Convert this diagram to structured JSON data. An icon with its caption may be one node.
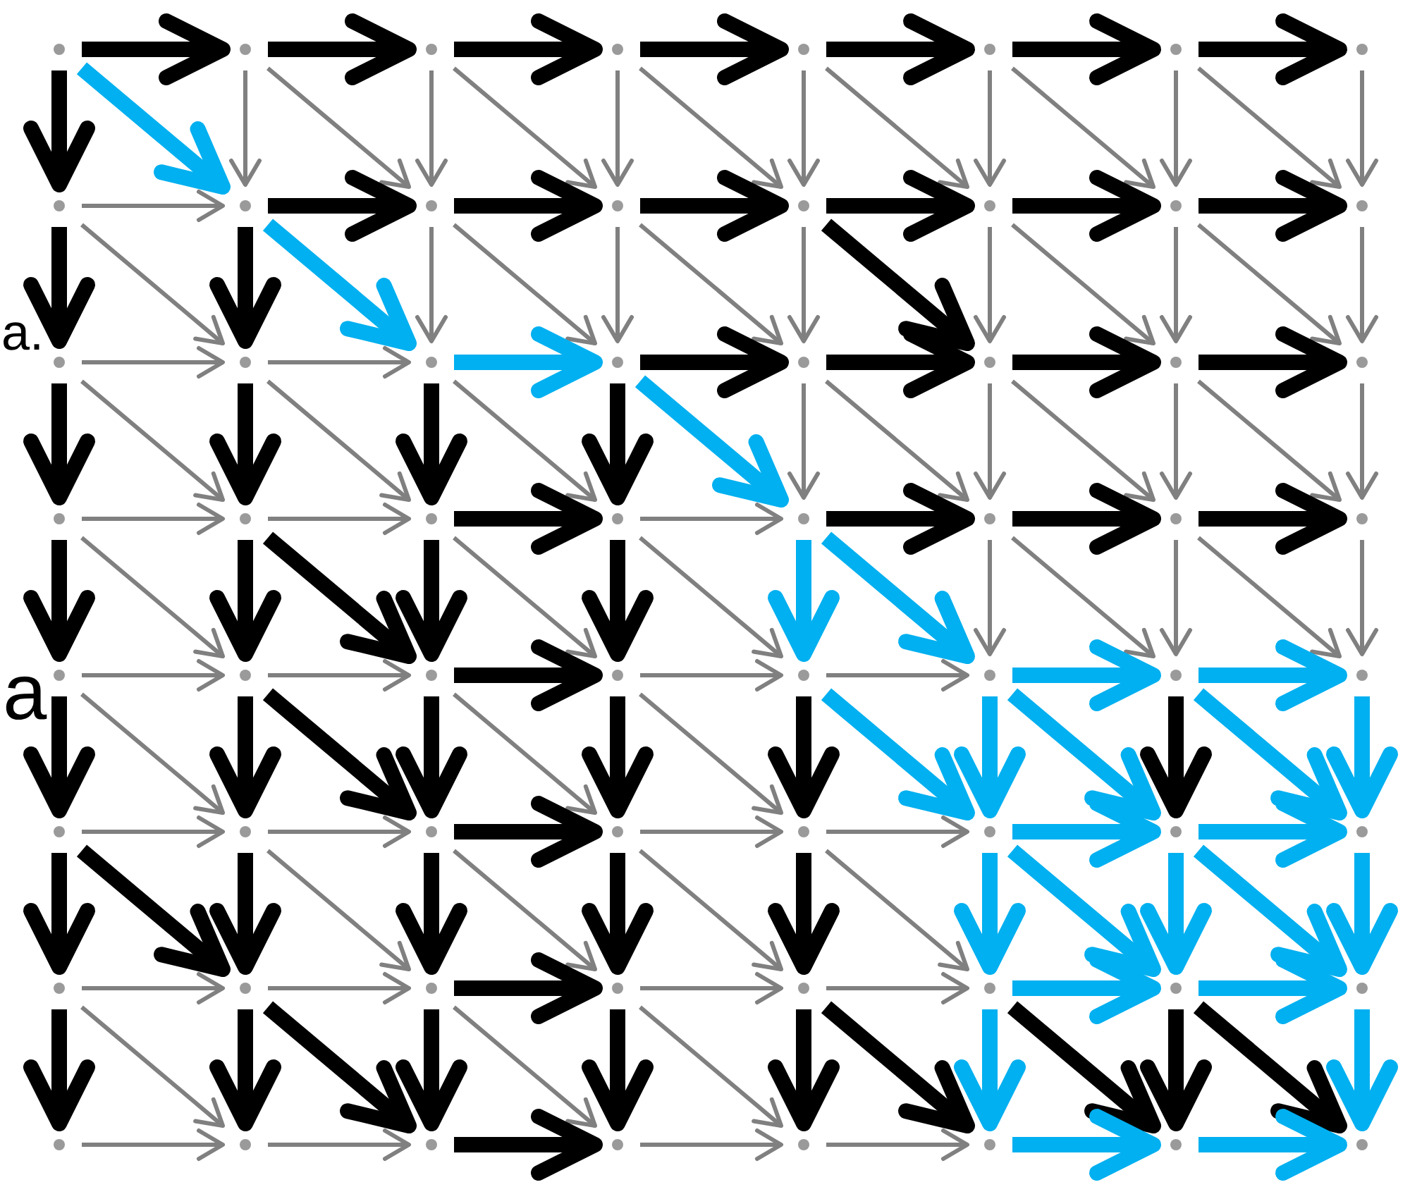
{
  "diagram": {
    "nodes": [
      {
        "text": [],
        "shape": "point"
      },
      {
        "text": [],
        "shape": "point"
      },
      {
        "text": [],
        "shape": "point"
      },
      {
        "text": [],
        "shape": "point"
      },
      {
        "text": [],
        "shape": "point"
      },
      {
        "text": [],
        "shape": "point"
      },
      {
        "text": [],
        "shape": "point"
      },
      {
        "text": [],
        "shape": "point"
      },
      {
        "text": [],
        "shape": "point"
      },
      {
        "text": [],
        "shape": "point"
      },
      {
        "text": [],
        "shape": "point"
      },
      {
        "text": [],
        "shape": "point"
      },
      {
        "text": [],
        "shape": "point"
      },
      {
        "text": [],
        "shape": "point"
      },
      {
        "text": [],
        "shape": "point"
      },
      {
        "text": [],
        "shape": "point"
      },
      {
        "text": [],
        "shape": "point"
      },
      {
        "text": [],
        "shape": "point"
      },
      {
        "text": [],
        "shape": "point"
      },
      {
        "text": [],
        "shape": "point"
      },
      {
        "text": [],
        "shape": "point"
      },
      {
        "text": [],
        "shape": "point"
      },
      {
        "text": [],
        "shape": "point"
      },
      {
        "text": [],
        "shape": "point"
      },
      {
        "text": [],
        "shape": "point"
      },
      {
        "text": [],
        "shape": "point"
      },
      {
        "text": [],
        "shape": "point"
      },
      {
        "text": [],
        "shape": "point"
      },
      {
        "text": [],
        "shape": "point"
      },
      {
        "text": [],
        "shape": "point"
      },
      {
        "text": [],
        "shape": "point"
      },
      {
        "text": [],
        "shape": "point"
      },
      {
        "text": [],
        "shape": "point"
      },
      {
        "text": [],
        "shape": "point"
      },
      {
        "text": [],
        "shape": "point"
      },
      {
        "text": [],
        "shape": "point"
      },
      {
        "text": [],
        "shape": "point"
      },
      {
        "text": [],
        "shape": "point"
      },
      {
        "text": [],
        "shape": "point"
      },
      {
        "text": [],
        "shape": "point"
      },
      {
        "text": [],
        "shape": "point"
      },
      {
        "text": [],
        "shape": "point"
      },
      {
        "text": [],
        "shape": "point"
      },
      {
        "text": [],
        "shape": "point"
      },
      {
        "text": [],
        "shape": "point"
      },
      {
        "text": [],
        "shape": "point"
      },
      {
        "text": [],
        "shape": "point"
      },
      {
        "text": [],
        "shape": "point"
      },
      {
        "text": [],
        "shape": "point"
      },
      {
        "text": [],
        "shape": "point"
      },
      {
        "text": [],
        "shape": "point"
      },
      {
        "text": [],
        "shape": "point"
      },
      {
        "text": [],
        "shape": "point"
      },
      {
        "text": [],
        "shape": "point"
      },
      {
        "text": [],
        "shape": "point"
      },
      {
        "text": [],
        "shape": "point"
      },
      {
        "text": [],
        "shape": "point"
      },
      {
        "text": [],
        "shape": "point"
      },
      {
        "text": [],
        "shape": "point"
      },
      {
        "text": [],
        "shape": "point"
      },
      {
        "text": [],
        "shape": "point"
      },
      {
        "text": [],
        "shape": "point"
      },
      {
        "text": [],
        "shape": "point"
      },
      {
        "text": [],
        "shape": "point"
      }
    ],
    "edges": [
      {
        "from": 0,
        "to": 1,
        "arrow": "to",
        "color": "#000000"
      },
      {
        "from": 1,
        "to": 2,
        "arrow": "to",
        "color": "#000000"
      },
      {
        "from": 2,
        "to": 3,
        "arrow": "to",
        "color": "#000000"
      },
      {
        "from": 3,
        "to": 4,
        "arrow": "to",
        "color": "#000000"
      },
      {
        "from": 4,
        "to": 5,
        "arrow": "to",
        "color": "#000000"
      },
      {
        "from": 5,
        "to": 6,
        "arrow": "to",
        "color": "#000000"
      },
      {
        "from": 6,
        "to": 7,
        "arrow": "to",
        "color": "#000000"
      },
      {
        "from": 0,
        "to": 8,
        "arrow": "to",
        "color": "#000000"
      },
      {
        "from": 1,
        "to": 9,
        "arrow": "to"
      },
      {
        "from": 2,
        "to": 10,
        "arrow": "to"
      },
      {
        "from": 3,
        "to": 11,
        "arrow": "to"
      },
      {
        "from": 4,
        "to": 12,
        "arrow": "to"
      },
      {
        "from": 5,
        "to": 13,
        "arrow": "to"
      },
      {
        "from": 6,
        "to": 14,
        "arrow": "to"
      },
      {
        "from": 7,
        "to": 15,
        "arrow": "to"
      },
      {
        "from": 0,
        "to": 9,
        "arrow": "to",
        "color": "#00b0f0"
      },
      {
        "from": 1,
        "to": 10,
        "arrow": "to"
      },
      {
        "from": 2,
        "to": 11,
        "arrow": "to"
      },
      {
        "from": 3,
        "to": 12,
        "arrow": "to"
      },
      {
        "from": 4,
        "to": 13,
        "arrow": "to"
      },
      {
        "from": 5,
        "to": 14,
        "arrow": "to"
      },
      {
        "from": 6,
        "to": 15,
        "arrow": "to"
      },
      {
        "from": 8,
        "to": 9,
        "arrow": "to"
      },
      {
        "from": 9,
        "to": 10,
        "arrow": "to",
        "color": "#000000"
      },
      {
        "from": 10,
        "to": 11,
        "arrow": "to",
        "color": "#000000"
      },
      {
        "from": 11,
        "to": 12,
        "arrow": "to",
        "color": "#000000"
      },
      {
        "from": 12,
        "to": 13,
        "arrow": "to",
        "color": "#000000"
      },
      {
        "from": 13,
        "to": 14,
        "arrow": "to",
        "color": "#000000"
      },
      {
        "from": 14,
        "to": 15,
        "arrow": "to",
        "color": "#000000"
      },
      {
        "from": 8,
        "to": 16,
        "arrow": "to",
        "color": "#000000"
      },
      {
        "from": 9,
        "to": 17,
        "arrow": "to",
        "color": "#000000"
      },
      {
        "from": 10,
        "to": 18,
        "arrow": "to"
      },
      {
        "from": 11,
        "to": 19,
        "arrow": "to"
      },
      {
        "from": 12,
        "to": 20,
        "arrow": "to"
      },
      {
        "from": 13,
        "to": 21,
        "arrow": "to"
      },
      {
        "from": 14,
        "to": 22,
        "arrow": "to"
      },
      {
        "from": 15,
        "to": 23,
        "arrow": "to"
      },
      {
        "from": 8,
        "to": 17,
        "arrow": "to"
      },
      {
        "from": 9,
        "to": 18,
        "arrow": "to",
        "color": "#00b0f0"
      },
      {
        "from": 10,
        "to": 19,
        "arrow": "to"
      },
      {
        "from": 11,
        "to": 20,
        "arrow": "to"
      },
      {
        "from": 12,
        "to": 21,
        "arrow": "to",
        "color": "#000000"
      },
      {
        "from": 13,
        "to": 22,
        "arrow": "to"
      },
      {
        "from": 14,
        "to": 23,
        "arrow": "to"
      },
      {
        "from": 16,
        "to": 17,
        "arrow": "to"
      },
      {
        "from": 17,
        "to": 18,
        "arrow": "to"
      },
      {
        "from": 18,
        "to": 19,
        "arrow": "to",
        "color": "#00b0f0"
      },
      {
        "from": 19,
        "to": 20,
        "arrow": "to",
        "color": "#000000"
      },
      {
        "from": 20,
        "to": 21,
        "arrow": "to",
        "color": "#000000"
      },
      {
        "from": 21,
        "to": 22,
        "arrow": "to",
        "color": "#000000"
      },
      {
        "from": 22,
        "to": 23,
        "arrow": "to",
        "color": "#000000"
      },
      {
        "from": 16,
        "to": 24,
        "arrow": "to",
        "color": "#000000"
      },
      {
        "from": 17,
        "to": 25,
        "arrow": "to",
        "color": "#000000"
      },
      {
        "from": 18,
        "to": 26,
        "arrow": "to",
        "color": "#000000"
      },
      {
        "from": 19,
        "to": 27,
        "arrow": "to",
        "color": "#000000"
      },
      {
        "from": 20,
        "to": 28,
        "arrow": "to"
      },
      {
        "from": 21,
        "to": 29,
        "arrow": "to"
      },
      {
        "from": 22,
        "to": 30,
        "arrow": "to"
      },
      {
        "from": 23,
        "to": 31,
        "arrow": "to"
      },
      {
        "from": 16,
        "to": 25,
        "arrow": "to"
      },
      {
        "from": 17,
        "to": 26,
        "arrow": "to"
      },
      {
        "from": 18,
        "to": 27,
        "arrow": "to"
      },
      {
        "from": 19,
        "to": 28,
        "arrow": "to",
        "color": "#00b0f0"
      },
      {
        "from": 20,
        "to": 29,
        "arrow": "to"
      },
      {
        "from": 21,
        "to": 30,
        "arrow": "to"
      },
      {
        "from": 22,
        "to": 31,
        "arrow": "to"
      },
      {
        "from": 24,
        "to": 25,
        "arrow": "to"
      },
      {
        "from": 25,
        "to": 26,
        "arrow": "to"
      },
      {
        "from": 26,
        "to": 27,
        "arrow": "to",
        "color": "#000000"
      },
      {
        "from": 27,
        "to": 28,
        "arrow": "to"
      },
      {
        "from": 28,
        "to": 29,
        "arrow": "to",
        "color": "#000000"
      },
      {
        "from": 29,
        "to": 30,
        "arrow": "to",
        "color": "#000000"
      },
      {
        "from": 30,
        "to": 31,
        "arrow": "to",
        "color": "#000000"
      },
      {
        "from": 24,
        "to": 32,
        "arrow": "to",
        "color": "#000000"
      },
      {
        "from": 25,
        "to": 33,
        "arrow": "to",
        "color": "#000000"
      },
      {
        "from": 26,
        "to": 34,
        "arrow": "to",
        "color": "#000000"
      },
      {
        "from": 27,
        "to": 35,
        "arrow": "to",
        "color": "#000000"
      },
      {
        "from": 28,
        "to": 36,
        "arrow": "to",
        "color": "#00b0f0"
      },
      {
        "from": 29,
        "to": 37,
        "arrow": "to"
      },
      {
        "from": 30,
        "to": 38,
        "arrow": "to"
      },
      {
        "from": 31,
        "to": 39,
        "arrow": "to"
      },
      {
        "from": 24,
        "to": 33,
        "arrow": "to"
      },
      {
        "from": 25,
        "to": 34,
        "arrow": "to",
        "color": "#000000"
      },
      {
        "from": 26,
        "to": 35,
        "arrow": "to"
      },
      {
        "from": 27,
        "to": 36,
        "arrow": "to"
      },
      {
        "from": 28,
        "to": 37,
        "arrow": "to",
        "color": "#00b0f0"
      },
      {
        "from": 29,
        "to": 38,
        "arrow": "to"
      },
      {
        "from": 30,
        "to": 39,
        "arrow": "to"
      },
      {
        "from": 32,
        "to": 33,
        "arrow": "to"
      },
      {
        "from": 33,
        "to": 34,
        "arrow": "to"
      },
      {
        "from": 34,
        "to": 35,
        "arrow": "to",
        "color": "#000000"
      },
      {
        "from": 35,
        "to": 36,
        "arrow": "to"
      },
      {
        "from": 36,
        "to": 37,
        "arrow": "to"
      },
      {
        "from": 37,
        "to": 38,
        "arrow": "to",
        "color": "#00b0f0"
      },
      {
        "from": 38,
        "to": 39,
        "arrow": "to",
        "color": "#00b0f0"
      },
      {
        "from": 32,
        "to": 40,
        "arrow": "to",
        "color": "#000000"
      },
      {
        "from": 33,
        "to": 41,
        "arrow": "to",
        "color": "#000000"
      },
      {
        "from": 34,
        "to": 42,
        "arrow": "to",
        "color": "#000000"
      },
      {
        "from": 35,
        "to": 43,
        "arrow": "to",
        "color": "#000000"
      },
      {
        "from": 36,
        "to": 44,
        "arrow": "to",
        "color": "#000000"
      },
      {
        "from": 37,
        "to": 45,
        "arrow": "to",
        "color": "#00b0f0"
      },
      {
        "from": 38,
        "to": 46,
        "arrow": "to",
        "color": "#000000"
      },
      {
        "from": 39,
        "to": 47,
        "arrow": "to",
        "color": "#00b0f0"
      },
      {
        "from": 32,
        "to": 41,
        "arrow": "to"
      },
      {
        "from": 33,
        "to": 42,
        "arrow": "to",
        "color": "#000000"
      },
      {
        "from": 34,
        "to": 43,
        "arrow": "to"
      },
      {
        "from": 35,
        "to": 44,
        "arrow": "to"
      },
      {
        "from": 36,
        "to": 45,
        "arrow": "to",
        "color": "#00b0f0"
      },
      {
        "from": 37,
        "to": 46,
        "arrow": "to",
        "color": "#00b0f0"
      },
      {
        "from": 38,
        "to": 47,
        "arrow": "to",
        "color": "#00b0f0"
      },
      {
        "from": 40,
        "to": 41,
        "arrow": "to"
      },
      {
        "from": 41,
        "to": 42,
        "arrow": "to"
      },
      {
        "from": 42,
        "to": 43,
        "arrow": "to",
        "color": "#000000"
      },
      {
        "from": 43,
        "to": 44,
        "arrow": "to"
      },
      {
        "from": 44,
        "to": 45,
        "arrow": "to"
      },
      {
        "from": 45,
        "to": 46,
        "arrow": "to",
        "color": "#00b0f0"
      },
      {
        "from": 46,
        "to": 47,
        "arrow": "to",
        "color": "#00b0f0"
      },
      {
        "from": 40,
        "to": 48,
        "arrow": "to",
        "color": "#000000"
      },
      {
        "from": 41,
        "to": 49,
        "arrow": "to",
        "color": "#000000"
      },
      {
        "from": 42,
        "to": 50,
        "arrow": "to",
        "color": "#000000"
      },
      {
        "from": 43,
        "to": 51,
        "arrow": "to",
        "color": "#000000"
      },
      {
        "from": 44,
        "to": 52,
        "arrow": "to",
        "color": "#000000"
      },
      {
        "from": 45,
        "to": 53,
        "arrow": "to",
        "color": "#00b0f0"
      },
      {
        "from": 46,
        "to": 54,
        "arrow": "to",
        "color": "#00b0f0"
      },
      {
        "from": 47,
        "to": 55,
        "arrow": "to",
        "color": "#00b0f0"
      },
      {
        "from": 40,
        "to": 49,
        "arrow": "to",
        "color": "#000000"
      },
      {
        "from": 41,
        "to": 50,
        "arrow": "to"
      },
      {
        "from": 42,
        "to": 51,
        "arrow": "to"
      },
      {
        "from": 43,
        "to": 52,
        "arrow": "to"
      },
      {
        "from": 44,
        "to": 53,
        "arrow": "to"
      },
      {
        "from": 45,
        "to": 54,
        "arrow": "to",
        "color": "#00b0f0"
      },
      {
        "from": 46,
        "to": 55,
        "arrow": "to",
        "color": "#00b0f0"
      },
      {
        "from": 48,
        "to": 49,
        "arrow": "to"
      },
      {
        "from": 49,
        "to": 50,
        "arrow": "to"
      },
      {
        "from": 50,
        "to": 51,
        "arrow": "to",
        "color": "#000000"
      },
      {
        "from": 51,
        "to": 52,
        "arrow": "to"
      },
      {
        "from": 52,
        "to": 53,
        "arrow": "to"
      },
      {
        "from": 53,
        "to": 54,
        "arrow": "to",
        "color": "#00b0f0"
      },
      {
        "from": 54,
        "to": 55,
        "arrow": "to",
        "color": "#00b0f0"
      },
      {
        "from": 48,
        "to": 56,
        "arrow": "to",
        "color": "#000000"
      },
      {
        "from": 49,
        "to": 57,
        "arrow": "to",
        "color": "#000000"
      },
      {
        "from": 50,
        "to": 58,
        "arrow": "to",
        "color": "#000000"
      },
      {
        "from": 51,
        "to": 59,
        "arrow": "to",
        "color": "#000000"
      },
      {
        "from": 52,
        "to": 60,
        "arrow": "to",
        "color": "#000000"
      },
      {
        "from": 53,
        "to": 61,
        "arrow": "to",
        "color": "#00b0f0"
      },
      {
        "from": 54,
        "to": 62,
        "arrow": "to",
        "color": "#000000"
      },
      {
        "from": 55,
        "to": 63,
        "arrow": "to",
        "color": "#00b0f0"
      },
      {
        "from": 48,
        "to": 57,
        "arrow": "to"
      },
      {
        "from": 49,
        "to": 58,
        "arrow": "to",
        "color": "#000000"
      },
      {
        "from": 50,
        "to": 59,
        "arrow": "to"
      },
      {
        "from": 51,
        "to": 60,
        "arrow": "to"
      },
      {
        "from": 52,
        "to": 61,
        "arrow": "to",
        "color": "#000000"
      },
      {
        "from": 53,
        "to": 62,
        "arrow": "to",
        "color": "#000000"
      },
      {
        "from": 54,
        "to": 63,
        "arrow": "to",
        "color": "#000000"
      },
      {
        "from": 56,
        "to": 57,
        "arrow": "to"
      },
      {
        "from": 57,
        "to": 58,
        "arrow": "to"
      },
      {
        "from": 58,
        "to": 59,
        "arrow": "to",
        "color": "#000000"
      },
      {
        "from": 59,
        "to": 60,
        "arrow": "to"
      },
      {
        "from": 60,
        "to": 61,
        "arrow": "to"
      },
      {
        "from": 61,
        "to": 62,
        "arrow": "to",
        "color": "#00b0f0"
      },
      {
        "from": 62,
        "to": 63,
        "arrow": "to",
        "color": "#00b0f0"
      }
    ],
    "labels": [
      "a.",
      "a"
    ]
  }
}
